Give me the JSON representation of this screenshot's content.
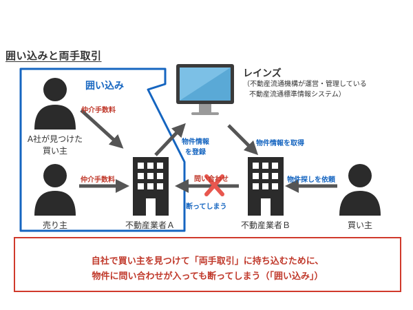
{
  "title": "囲い込みと両手取引",
  "enclosure_label": "囲い込み",
  "reins": {
    "title": "レインズ",
    "subtitle_line1": "（不動産流通機構が運営・管理している",
    "subtitle_line2": "不動産流通標準情報システム）"
  },
  "nodes": {
    "buyer_a": "A社が見つけた",
    "buyer_a_line2": "買い主",
    "seller": "売り主",
    "agent_a": "不動産業者Ａ",
    "agent_b": "不動産業者Ｂ",
    "buyer_b": "買い主"
  },
  "arrows": {
    "fee_buyer": "仲介手数料",
    "fee_seller": "仲介手数料",
    "register_line1": "物件情報",
    "register_line2": "を登録",
    "obtain": "物件情報を取得",
    "request": "物件探しを依頼",
    "inquiry": "問い合わせ",
    "refuse": "断ってしまう"
  },
  "colors": {
    "accent_blue": "#1565c0",
    "accent_red": "#d0392b",
    "figure_dark": "#2b2b2b",
    "arrow_gray": "#555555",
    "x_mark": "#e8574f"
  },
  "summary": {
    "line1": "自社で買い主を見つけて「両手取引」に持ち込むために、",
    "line2": "物件に問い合わせが入っても断ってしまう（「囲い込み」）"
  }
}
